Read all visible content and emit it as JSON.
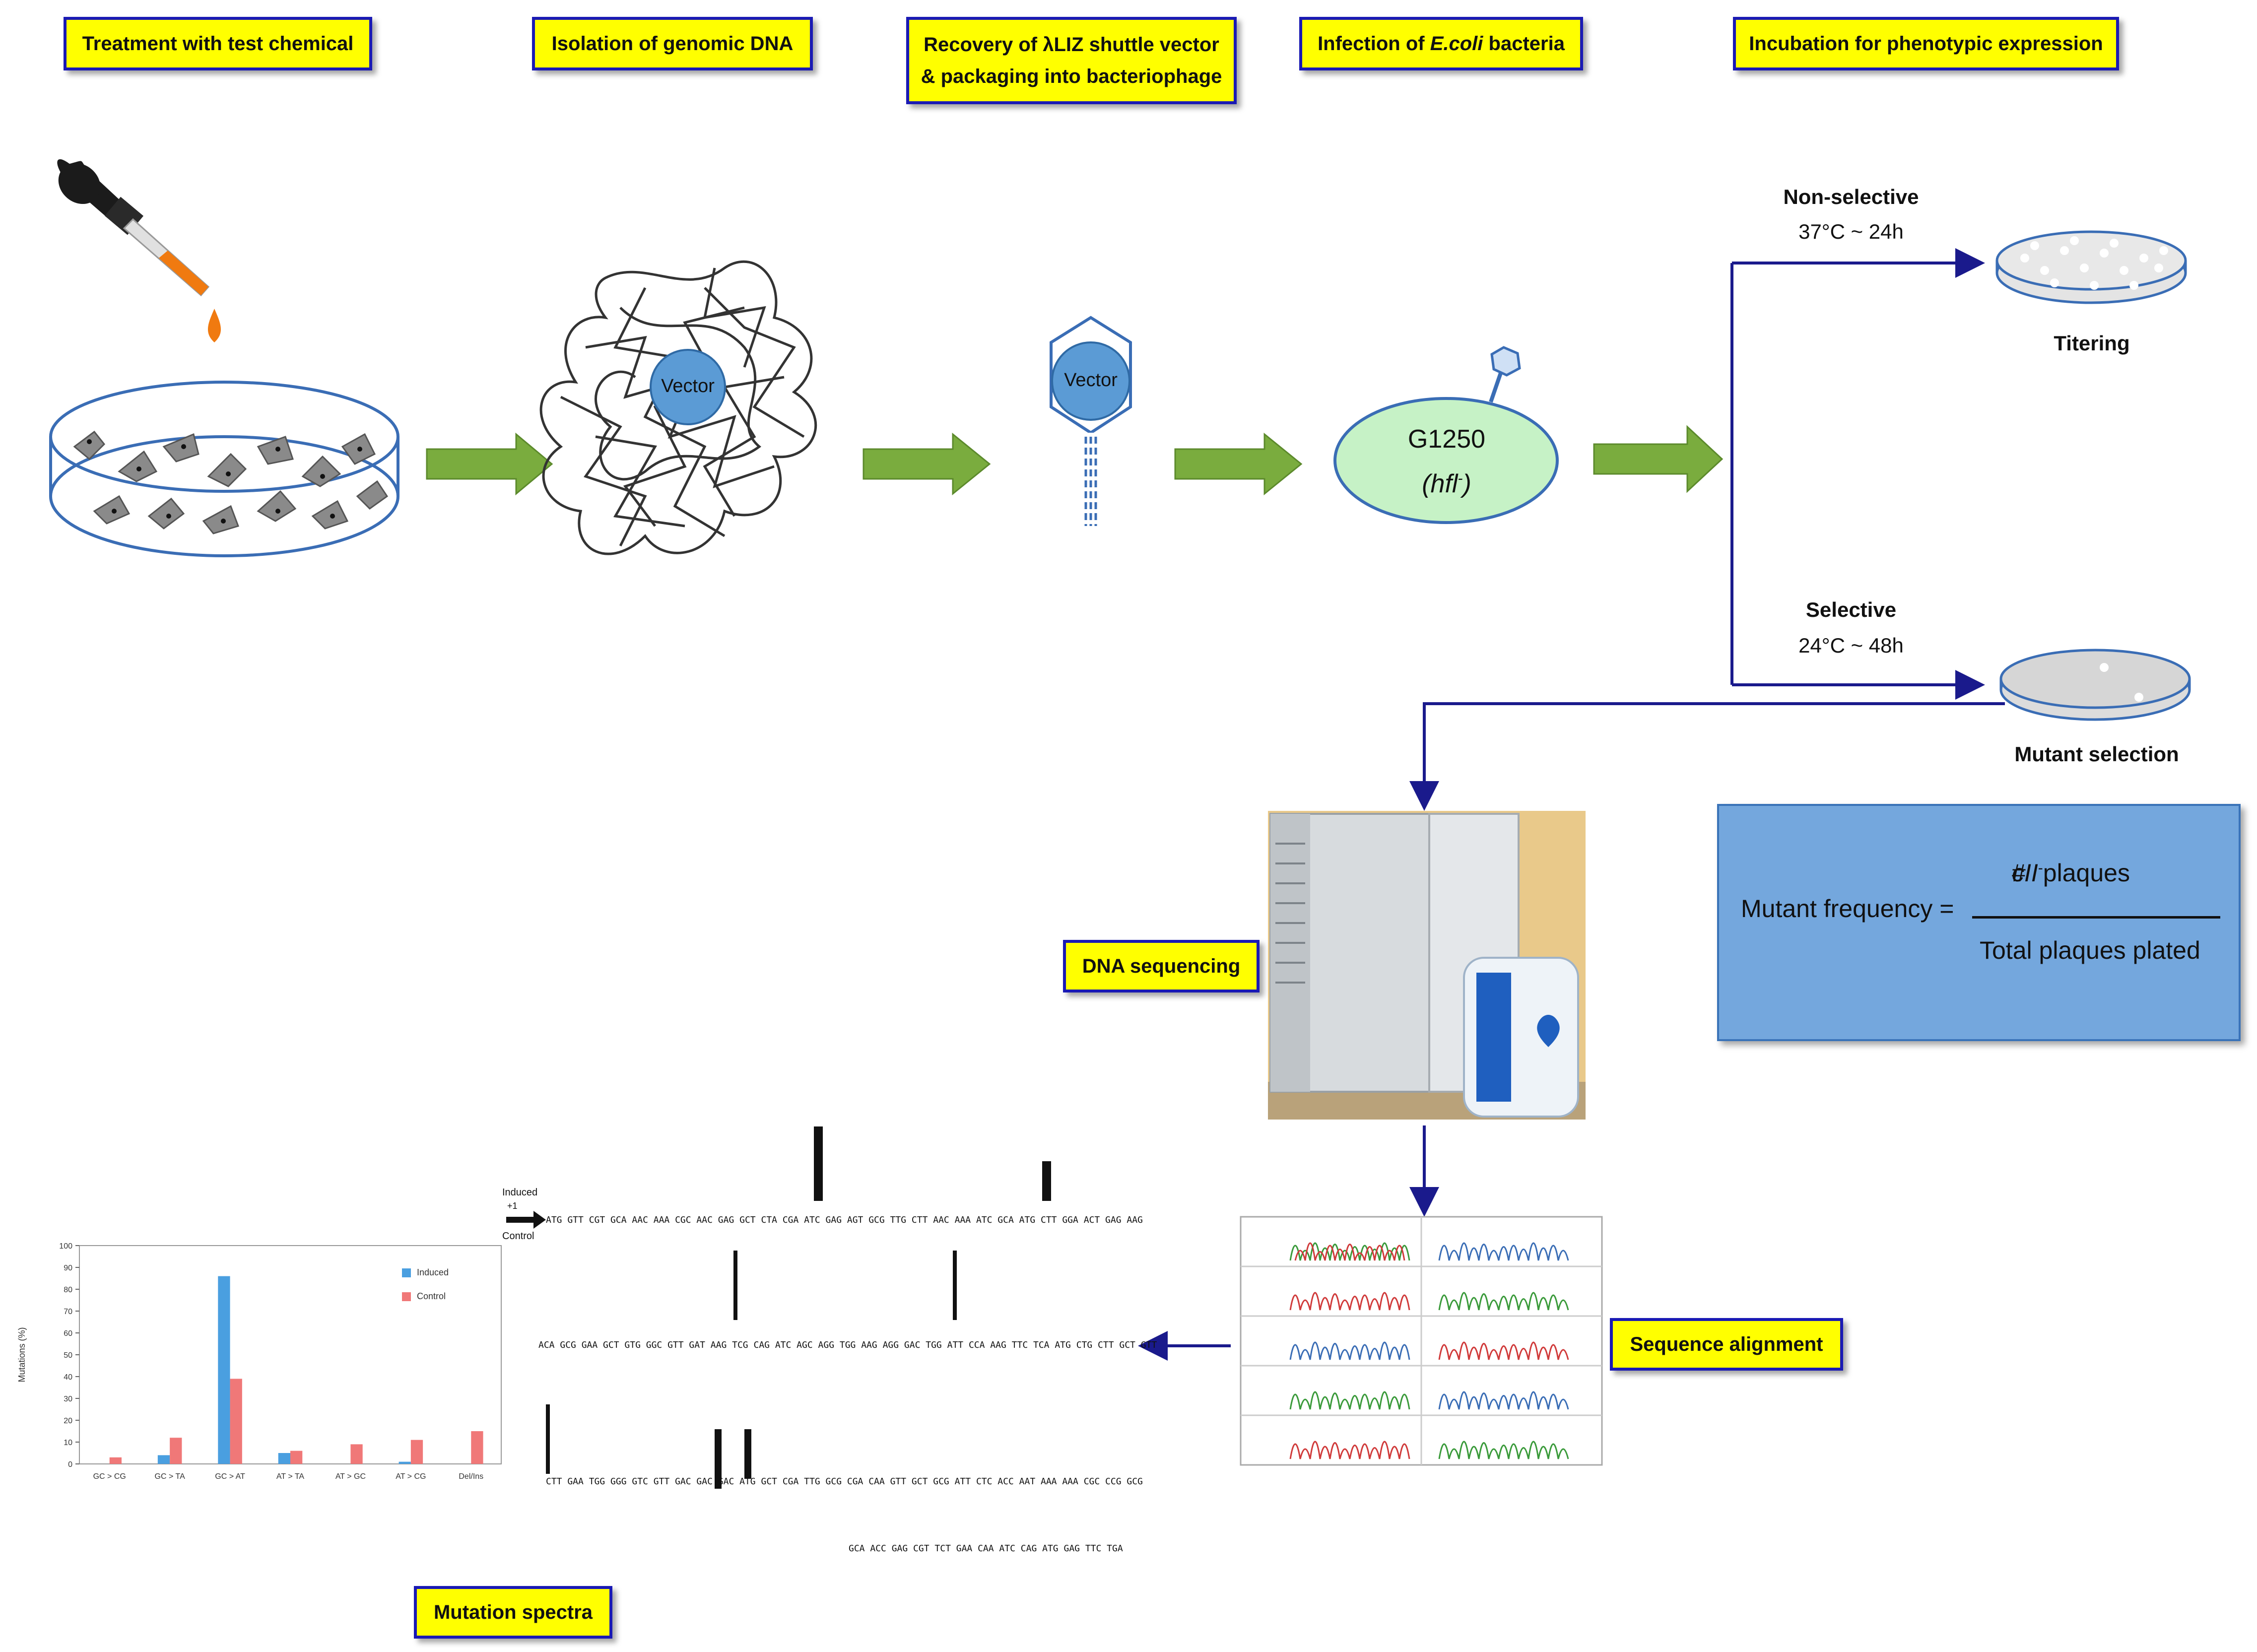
{
  "steps": {
    "treatment": "Treatment with test chemical",
    "isolation": "Isolation of genomic DNA",
    "recovery_line1_prefix": "Recovery of ",
    "recovery_lambda": "λ",
    "recovery_line1_suffix": "LIZ shuttle vector",
    "recovery_line2": "& packaging into bacteriophage",
    "infection_prefix": "Infection of ",
    "infection_italic": "E.coli",
    "infection_suffix": " bacteria",
    "incubation": "Incubation for phenotypic expression",
    "dna_sequencing": "DNA sequencing",
    "sequence_alignment": "Sequence alignment",
    "mutation_spectra": "Mutation spectra"
  },
  "vector_label": "Vector",
  "phage_vector_label": "Vector",
  "bacteria": {
    "strain": "G1250",
    "genotype": "hfl",
    "genotype_sup": "-"
  },
  "branches": {
    "nonselective_title": "Non-selective",
    "nonselective_cond": "37°C ~ 24h",
    "nonselective_result": "Titering",
    "selective_title": "Selective",
    "selective_cond": "24°C ~ 48h",
    "selective_result": "Mutant selection"
  },
  "formula": {
    "lhs": "Mutant frequency =",
    "numerator_prefix": "# ",
    "numerator_gene": "cII",
    "numerator_sup": "-",
    "numerator_suffix": " plaques",
    "denominator": "Total plaques plated"
  },
  "sequence": {
    "induced_label": "Induced",
    "control_label": "Control",
    "start_label": "+1",
    "line1": "ATG GTT CGT GCA AAC AAA CGC AAC GAG GCT CTA CGA ATC GAG AGT GCG TTG CTT AAC AAA ATC GCA ATG CTT GGA ACT GAG AAG",
    "line2": "ACA GCG GAA GCT GTG GGC GTT GAT AAG TCG CAG ATC AGC AGG TGG AAG AGG GAC TGG ATT CCA AAG TTC TCA ATG CTG CTT GCT GTT",
    "line3": "CTT GAA TGG GGG GTC GTT GAC GAC GAC ATG GCT CGA TTG GCG CGA CAA GTT GCT GCG ATT CTC ACC AAT AAA AAA CGC CCG GCG",
    "line4": "GCA ACC GAG CGT TCT GAA CAA ATC CAG ATG GAG TTC TGA"
  },
  "chart_data": {
    "type": "bar",
    "categories": [
      "GC > CG",
      "GC > TA",
      "GC > AT",
      "AT > TA",
      "AT > GC",
      "AT > CG",
      "Del/Ins"
    ],
    "series": [
      {
        "name": "Induced",
        "values": [
          0,
          4,
          86,
          5,
          0,
          1,
          0
        ],
        "color": "#4a9fe0"
      },
      {
        "name": "Control",
        "values": [
          3,
          12,
          39,
          6,
          9,
          11,
          15
        ],
        "color": "#f07878"
      }
    ],
    "ylabel": "Mutations (%)",
    "ylim": [
      0,
      100
    ],
    "yticks": [
      0,
      10,
      20,
      30,
      40,
      50,
      60,
      70,
      80,
      90,
      100
    ],
    "legend_position": "top-right",
    "grid": false
  },
  "colors": {
    "label_fill": "#ffff00",
    "label_border": "#1a1ab4",
    "arrow_fill": "#7aac3e",
    "flow_line": "#1a1a8c",
    "vector_fill": "#5b9bd5",
    "bacteria_fill": "#c6f2c6",
    "formula_fill": "#74a7dd"
  }
}
